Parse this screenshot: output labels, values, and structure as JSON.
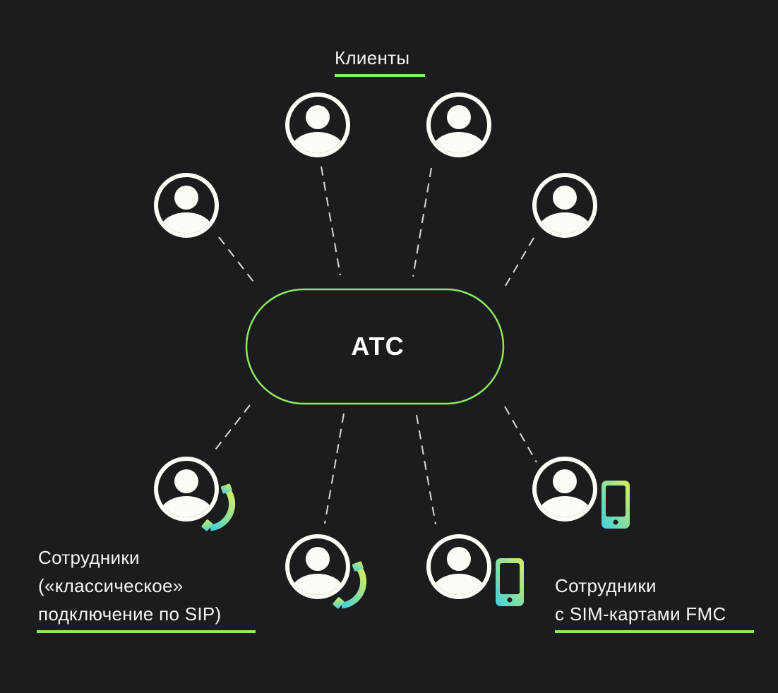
{
  "hub": {
    "label": "АТС"
  },
  "groups": {
    "clients": {
      "label": "Клиенты"
    },
    "sip_employees": {
      "label": "Сотрудники\n(«классическое»\nподключение по SIP)"
    },
    "fmc_employees": {
      "label": "Сотрудники\nс SIM-картами FMC"
    }
  },
  "nodes": [
    {
      "id": "client-1",
      "group": "clients",
      "device": "none"
    },
    {
      "id": "client-2",
      "group": "clients",
      "device": "none"
    },
    {
      "id": "client-3",
      "group": "clients",
      "device": "none"
    },
    {
      "id": "client-4",
      "group": "clients",
      "device": "none"
    },
    {
      "id": "sip-employee-1",
      "group": "sip_employees",
      "device": "desk-phone-icon"
    },
    {
      "id": "sip-employee-2",
      "group": "sip_employees",
      "device": "desk-phone-icon"
    },
    {
      "id": "fmc-employee-1",
      "group": "fmc_employees",
      "device": "mobile-phone-icon"
    },
    {
      "id": "fmc-employee-2",
      "group": "fmc_employees",
      "device": "mobile-phone-icon"
    }
  ],
  "colors": {
    "background": "#1b1c1e",
    "accent_green": "#8ee860",
    "icon_white": "#fafcf6",
    "connector": "#d9d9d9",
    "device_gradient_start": "#3fd0e0",
    "device_gradient_end": "#d6ef5a"
  }
}
